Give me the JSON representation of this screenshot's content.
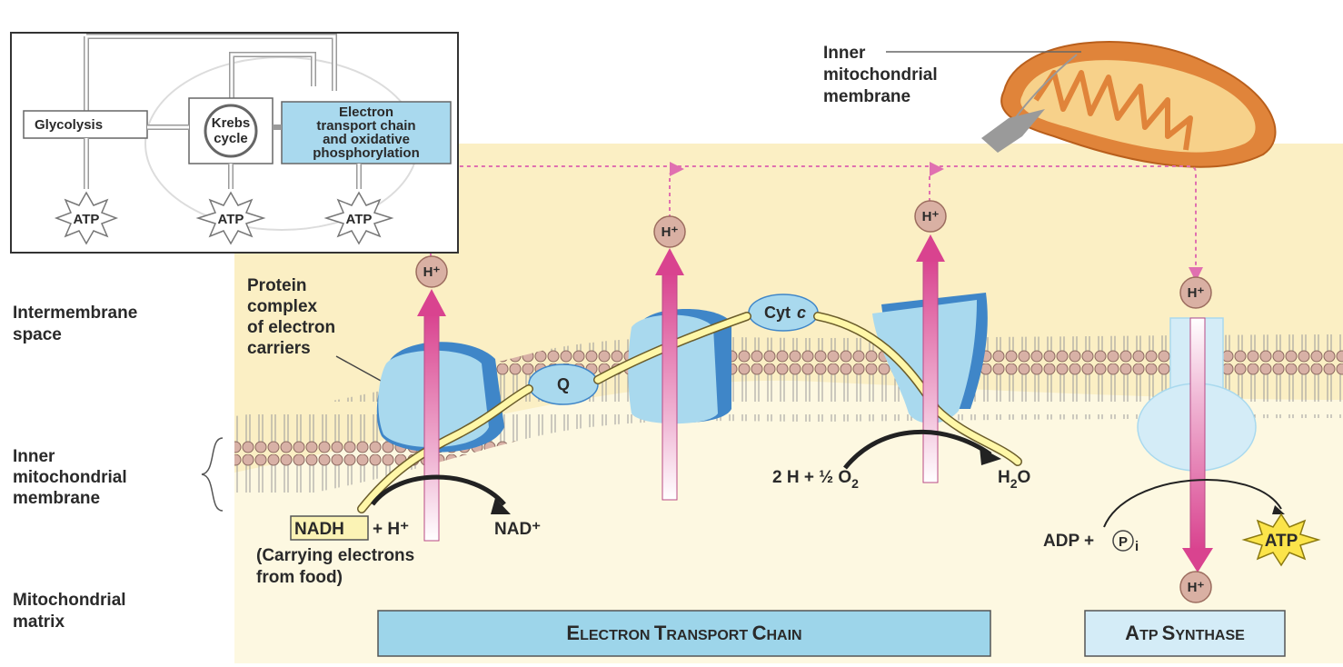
{
  "inset": {
    "glycolysis": "Glycolysis",
    "krebs": [
      "Krebs",
      "cycle"
    ],
    "etc": [
      "Electron",
      "transport chain",
      "and oxidative",
      "phosphorylation"
    ],
    "atp": [
      "ATP",
      "ATP",
      "ATP"
    ]
  },
  "mito_label": [
    "Inner",
    "mitochondrial",
    "membrane"
  ],
  "left_labels": {
    "intermembrane": [
      "Intermembrane",
      "space"
    ],
    "inner_membrane": [
      "Inner",
      "mitochondrial",
      "membrane"
    ],
    "matrix": [
      "Mitochondrial",
      "matrix"
    ]
  },
  "protein_complex": [
    "Protein",
    "complex",
    "of electron",
    "carriers"
  ],
  "q": "Q",
  "cytc": {
    "main": "Cyt",
    "italic": "c"
  },
  "hplus": "H⁺",
  "nadh": {
    "box": "NADH",
    "plus": "+ H⁺",
    "product": "NAD⁺",
    "note": [
      "(Carrying electrons",
      "from food)"
    ]
  },
  "water": {
    "reactant_pre": "2 H + ½ O",
    "reactant_sub": "2",
    "product_pre": "H",
    "product_sub": "2",
    "product_post": "O"
  },
  "atp_synth": {
    "adp": "ADP +",
    "pi": "P",
    "pi_sub": "i",
    "atp": "ATP"
  },
  "bottom": {
    "etc": {
      "cap1": "E",
      "rest1": "LECTRON ",
      "cap2": "T",
      "rest2": "RANSPORT ",
      "cap3": "C",
      "rest3": "HAIN"
    },
    "synthase": {
      "cap1": "A",
      "rest1": "TP ",
      "cap2": "S",
      "rest2": "YNTHASE"
    }
  },
  "colors": {
    "background_band": "#fbefc4",
    "matrix": "#fdf8e1",
    "protein": "#a9d9ee",
    "protein_dark": "#3f86c8",
    "proton_arrow": "#d9438f",
    "hplus_ball": "#d9b0a3",
    "bottom_box": "#9dd5ea",
    "mito": "#e0843a"
  }
}
